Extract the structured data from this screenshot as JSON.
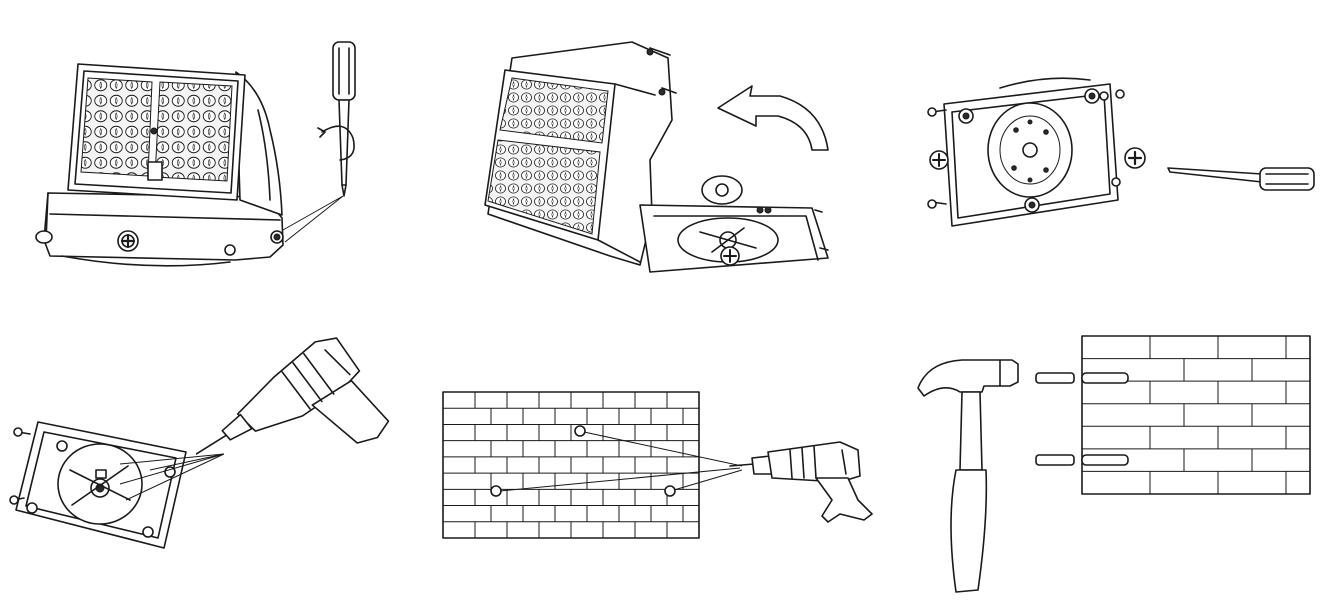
{
  "steps": [
    {
      "id": 1,
      "icon": "remove-mount-screws-icon"
    },
    {
      "id": 2,
      "icon": "open-lamp-body-icon"
    },
    {
      "id": 3,
      "icon": "mounting-bracket-screw-icon"
    },
    {
      "id": 4,
      "icon": "mark-holes-drill-icon"
    },
    {
      "id": 5,
      "icon": "drill-wall-holes-icon"
    },
    {
      "id": 6,
      "icon": "hammer-anchors-icon"
    }
  ],
  "colors": {
    "line": "#1a1a1a",
    "background": "#ffffff"
  }
}
